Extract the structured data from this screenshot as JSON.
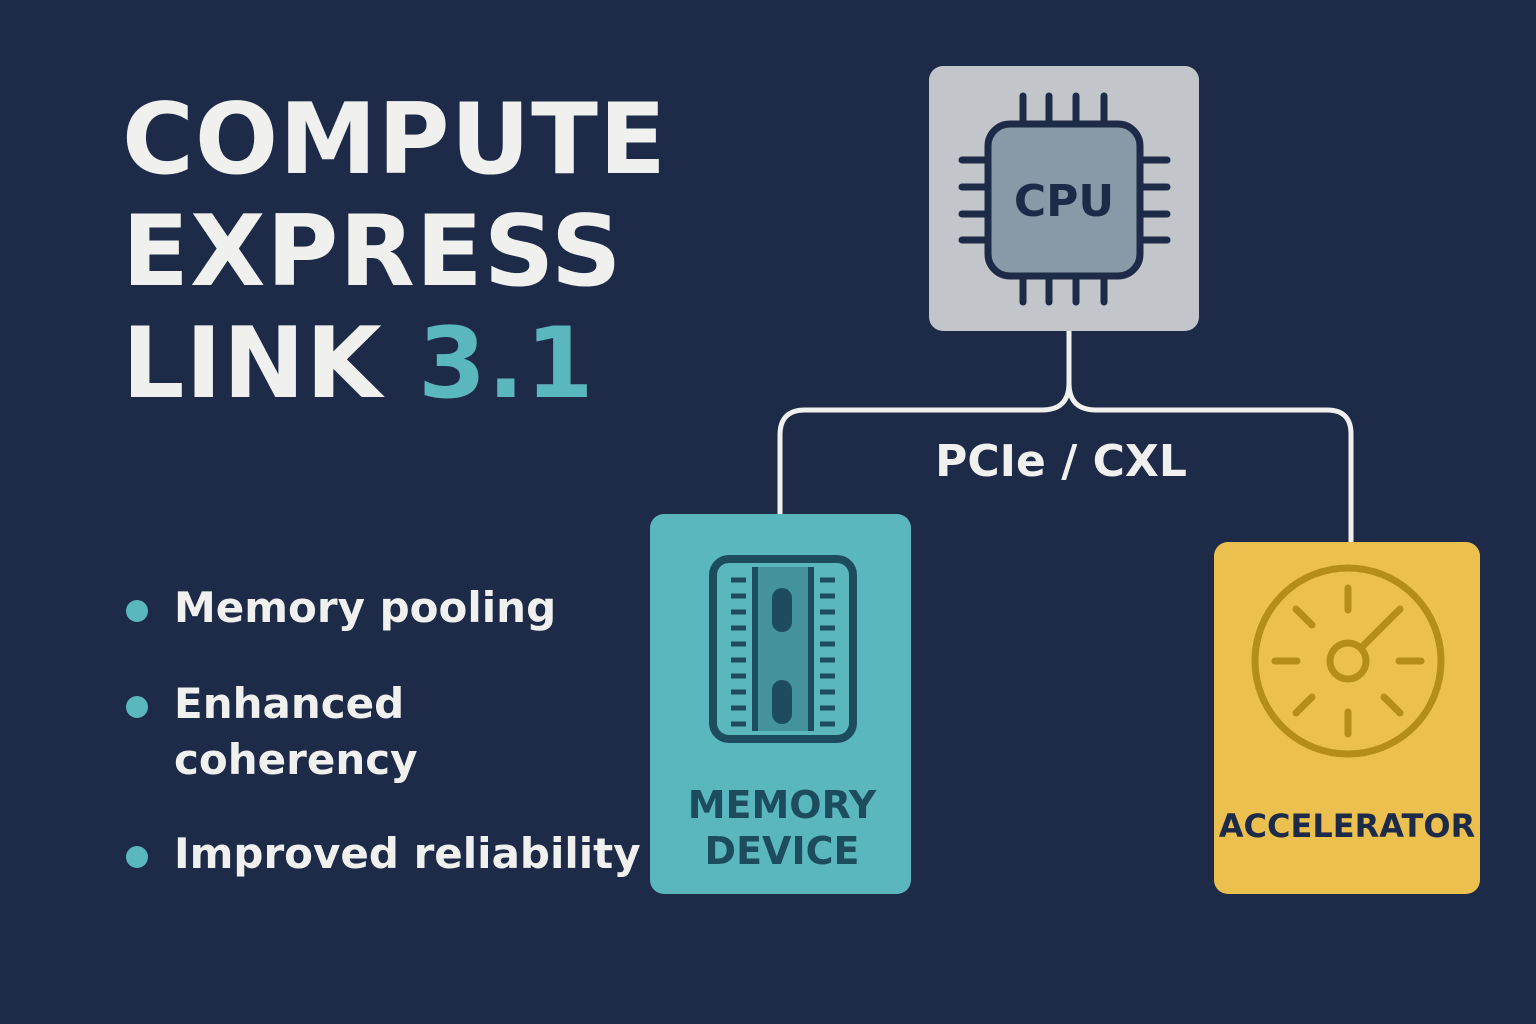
{
  "title": {
    "line1": "COMPUTE",
    "line2": "EXPRESS",
    "line3_prefix": "LINK",
    "line3_version": "3.1"
  },
  "bullets": [
    {
      "lines": [
        "Memory pooling"
      ]
    },
    {
      "lines": [
        "Enhanced",
        "coherency"
      ]
    },
    {
      "lines": [
        "Improved reliability"
      ]
    }
  ],
  "diagram": {
    "cpu_label": "CPU",
    "bus_label": "PCIe / CXL",
    "memory_label_line1": "MEMORY",
    "memory_label_line2": "DEVICE",
    "accelerator_label": "ACCELERATOR"
  },
  "colors": {
    "background": "#1d2b48",
    "teal": "#5ab7bd",
    "cpu_box": "#c2c5ca",
    "accelerator_box": "#ecc04f",
    "white_text": "#f0f0ee"
  },
  "icons": {
    "cpu": "cpu-chip-icon",
    "memory": "memory-module-icon",
    "accelerator": "speedometer-gauge-icon"
  }
}
